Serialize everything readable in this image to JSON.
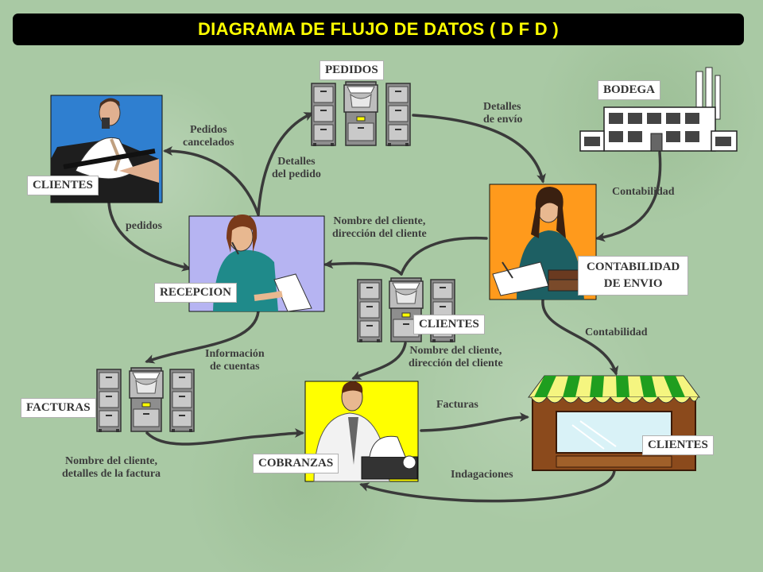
{
  "title": "DIAGRAMA DE FLUJO DE DATOS ( D F D )",
  "entities": {
    "clientes_top": "CLIENTES",
    "pedidos": "PEDIDOS",
    "bodega": "BODEGA",
    "recepcion": "RECEPCION",
    "contabilidad_envio_line1": "CONTABILIDAD",
    "contabilidad_envio_line2": "DE ENVIO",
    "clientes_middle": "CLIENTES",
    "facturas": "FACTURAS",
    "cobranzas": "COBRANZAS",
    "clientes_shop": "CLIENTES"
  },
  "flows": {
    "pedidos_cancelados": [
      "Pedidos",
      "cancelados"
    ],
    "detalles_pedido": [
      "Detalles",
      "del pedido"
    ],
    "detalles_envio": [
      "Detalles",
      "de envío"
    ],
    "contabilidad_bodega": "Contabilidad",
    "pedidos": "pedidos",
    "nombre_cliente_top": [
      "Nombre del cliente,",
      "dirección del cliente"
    ],
    "informacion_cuentas": [
      "Información",
      "de cuentas"
    ],
    "nombre_cliente_mid": [
      "Nombre del cliente,",
      "dirección del cliente"
    ],
    "contabilidad_shop": "Contabilidad",
    "facturas": "Facturas",
    "nombre_cliente_factura": [
      "Nombre del cliente,",
      "detalles de la factura"
    ],
    "indagaciones": "Indagaciones"
  },
  "colors": {
    "title_bg": "#000000",
    "title_text": "#ffff00",
    "arrow": "#3a3a3a",
    "clientes_bg": "#2f7fd0",
    "recepcion_bg": "#b6b4f2",
    "contabilidad_bg": "#ff9a1c",
    "cobranzas_bg": "#ffff00",
    "awning_green": "#1f9e1f",
    "awning_yellow": "#f5f580",
    "shop_brown": "#8b4a1c"
  }
}
